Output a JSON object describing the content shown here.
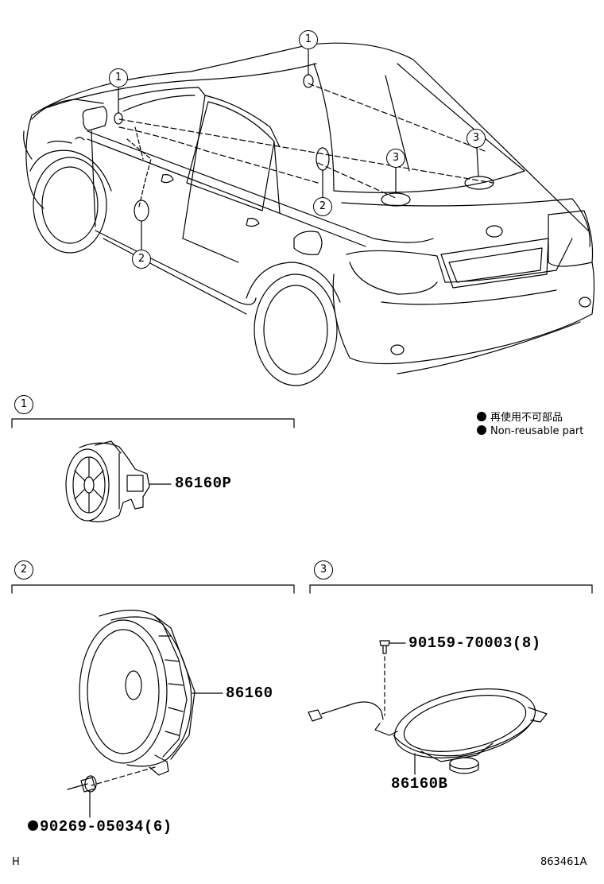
{
  "callouts": {
    "label_1": "1",
    "label_2": "2",
    "label_3": "3"
  },
  "sections": [
    {
      "id": "1",
      "part": "86160P"
    },
    {
      "id": "2",
      "part": "86160",
      "fastener": "90269-05034(6)",
      "fastener_non_reusable": true
    },
    {
      "id": "3",
      "part": "86160B",
      "fastener": "90159-70003(8)",
      "fastener_non_reusable": false
    }
  ],
  "legend": {
    "jp": "再使用不可部品",
    "en": "Non-reusable part",
    "color": "#000000"
  },
  "footer": {
    "left": "H",
    "right": "863461A"
  }
}
